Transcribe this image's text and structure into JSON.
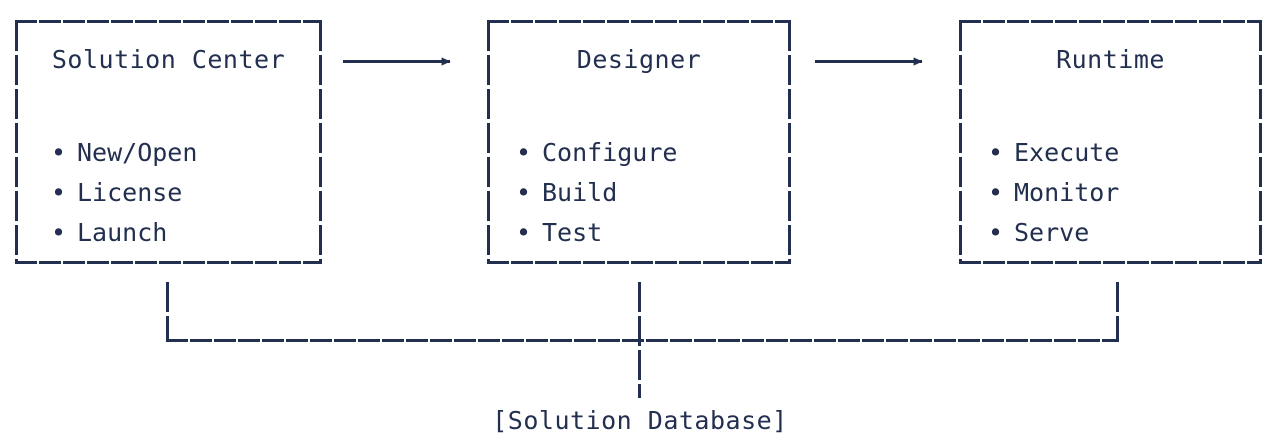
{
  "diagram": {
    "title": "Solution Center to Designer to Runtime flow with Solution Database",
    "colors": {
      "ink": "#222f4e",
      "background": "#ffffff"
    },
    "nodes": [
      {
        "id": "solution-center",
        "title": "Solution Center",
        "items": [
          "New/Open",
          "License",
          "Launch"
        ],
        "bullet": "•"
      },
      {
        "id": "designer",
        "title": "Designer",
        "items": [
          "Configure",
          "Build",
          "Test"
        ],
        "bullet": "•"
      },
      {
        "id": "runtime",
        "title": "Runtime",
        "items": [
          "Execute",
          "Monitor",
          "Serve"
        ],
        "bullet": "•"
      }
    ],
    "datastore": {
      "label": "[Solution Database]"
    },
    "connectors": {
      "arrow_1_name": "arrow-solution-center-to-designer",
      "arrow_2_name": "arrow-designer-to-runtime",
      "bus_name": "solution-database-bus"
    }
  }
}
